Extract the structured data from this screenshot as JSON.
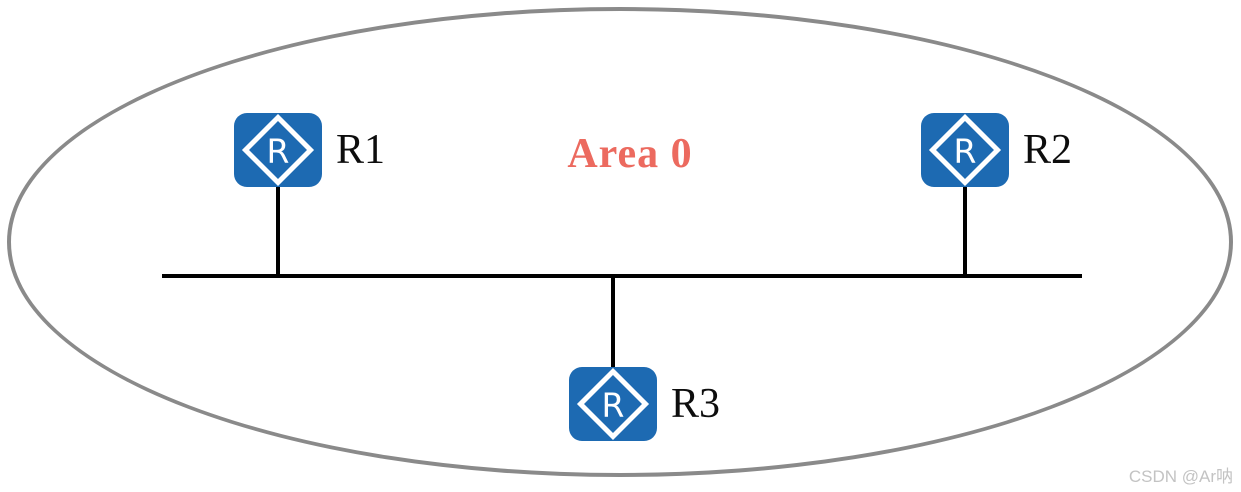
{
  "diagram": {
    "area": {
      "label": "Area 0",
      "label_color": "#ec6a5f"
    },
    "routers": [
      {
        "label": "R1",
        "position": "top-left"
      },
      {
        "label": "R2",
        "position": "top-right"
      },
      {
        "label": "R3",
        "position": "bottom-center"
      }
    ],
    "router_icon": {
      "letter": "R",
      "fill_color": "#1d6ab2",
      "glyph_color": "#ffffff"
    },
    "boundary_color": "#8a8a8a",
    "link_color": "#000000",
    "topology": "broadcast bus: R1, R2, R3 connected to one shared segment inside Area 0"
  },
  "watermark": {
    "text": "CSDN @Ar呐"
  }
}
